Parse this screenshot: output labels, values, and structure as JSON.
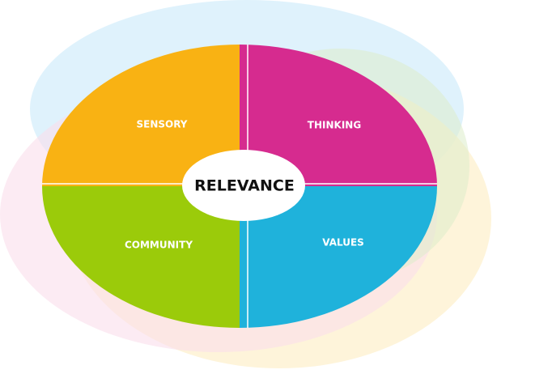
{
  "center": {
    "label": "RELEVANCE",
    "fill": "#ffffff",
    "text_color": "#111111"
  },
  "quadrants": [
    {
      "id": "sensory",
      "label": "SENSORY",
      "color": "#F9B213"
    },
    {
      "id": "thinking",
      "label": "THINKING",
      "color": "#D62B8F"
    },
    {
      "id": "community",
      "label": "COMMUNITY",
      "color": "#9BCB0A"
    },
    {
      "id": "values",
      "label": "VALUES",
      "color": "#1FB2DB"
    }
  ],
  "halo_colors": {
    "blue": "#D4EEFB",
    "pink": "#FADDEB",
    "yellow": "#FEF0CE",
    "green": "#DDECCB"
  }
}
